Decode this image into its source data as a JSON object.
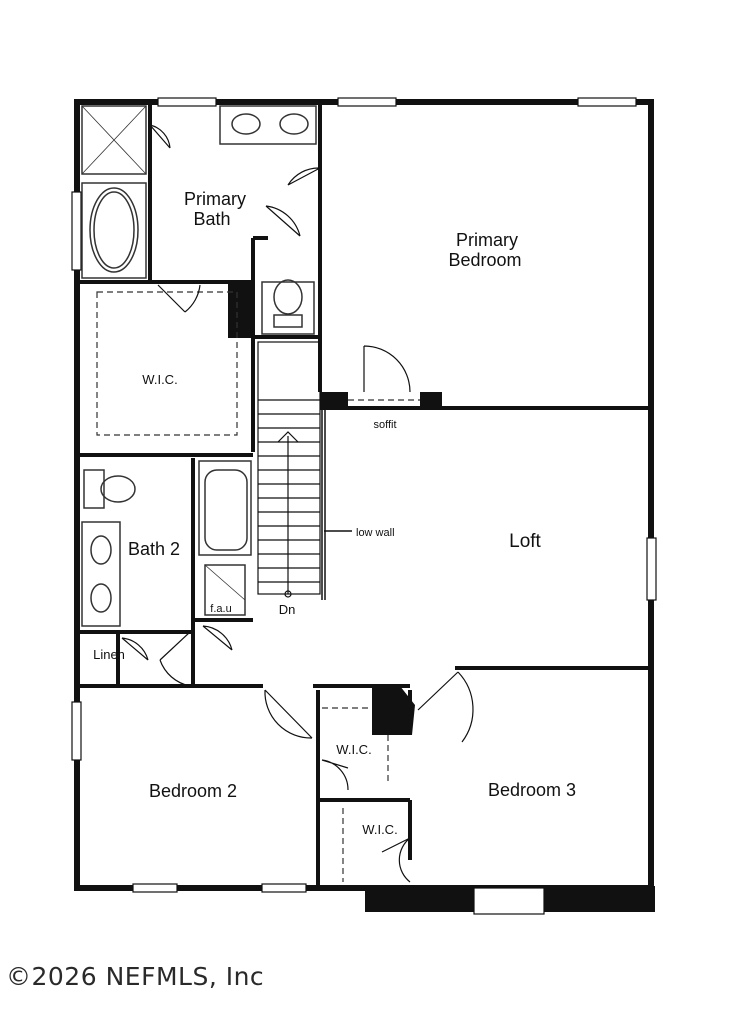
{
  "rooms": {
    "primary_bath_line1": "Primary",
    "primary_bath_line2": "Bath",
    "primary_bedroom_line1": "Primary",
    "primary_bedroom_line2": "Bedroom",
    "wic_primary": "W.I.C.",
    "bath2": "Bath 2",
    "linen": "Linen",
    "fau": "f.a.u",
    "loft": "Loft",
    "bedroom2": "Bedroom 2",
    "bedroom3": "Bedroom 3",
    "wic_upper": "W.I.C.",
    "wic_lower": "W.I.C."
  },
  "annotations": {
    "soffit": "soffit",
    "low_wall": "low wall",
    "stairs_down": "Dn"
  },
  "watermark": "©2026 NEFMLS, Inc",
  "colors": {
    "wall": "#111111",
    "fixture": "#333333"
  }
}
